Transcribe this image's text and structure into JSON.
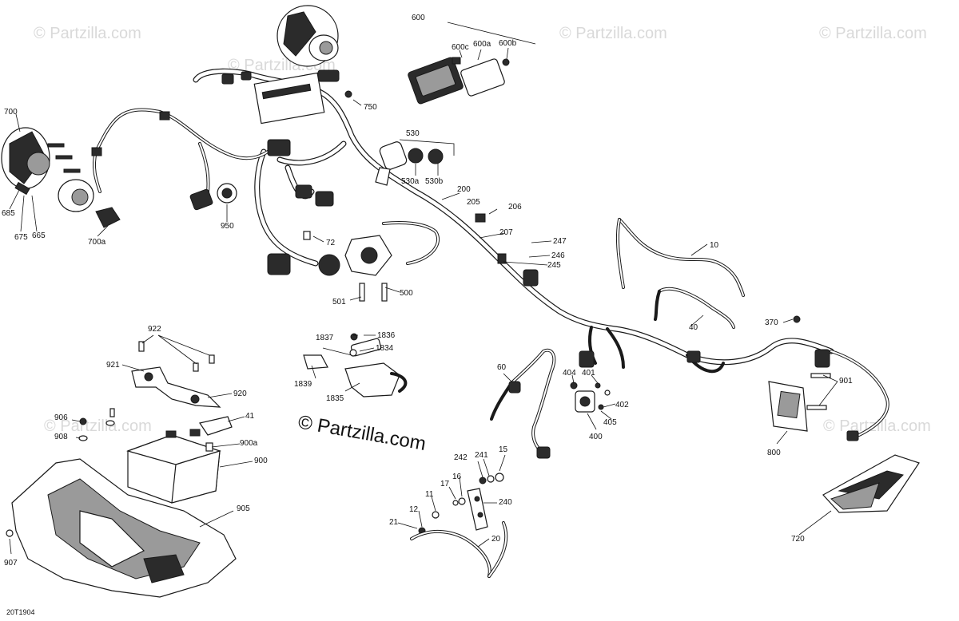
{
  "watermarks": {
    "small": "© Partzilla.com",
    "center": "© Partzilla.com"
  },
  "diagram_code": "20T1904",
  "callouts": {
    "c600": "600",
    "c600c": "600c",
    "c600a": "600a",
    "c600b": "600b",
    "c750": "750",
    "c700": "700",
    "c700a": "700a",
    "c685": "685",
    "c675": "675",
    "c665": "665",
    "c950": "950",
    "c530": "530",
    "c530a": "530a",
    "c530b": "530b",
    "c200": "200",
    "c205": "205",
    "c206": "206",
    "c207": "207",
    "c247": "247",
    "c246": "246",
    "c245": "245",
    "c72": "72",
    "c500": "500",
    "c501": "501",
    "c10": "10",
    "c40": "40",
    "c370": "370",
    "c922": "922",
    "c921": "921",
    "c920": "920",
    "c1837": "1837",
    "c1836": "1836",
    "c1834": "1834",
    "c1839": "1839",
    "c1835": "1835",
    "c60": "60",
    "c404": "404",
    "c401": "401",
    "c402": "402",
    "c405": "405",
    "c400": "400",
    "c901": "901",
    "c800": "800",
    "c906": "906",
    "c908": "908",
    "c41": "41",
    "c900a": "900a",
    "c900": "900",
    "c905": "905",
    "c907": "907",
    "c242": "242",
    "c241": "241",
    "c15": "15",
    "c17": "17",
    "c16": "16",
    "c11": "11",
    "c240": "240",
    "c12": "12",
    "c21": "21",
    "c20": "20",
    "c720": "720"
  },
  "colors": {
    "line": "#1a1a1a",
    "watermark": "#d9d9d9",
    "background": "#ffffff"
  }
}
